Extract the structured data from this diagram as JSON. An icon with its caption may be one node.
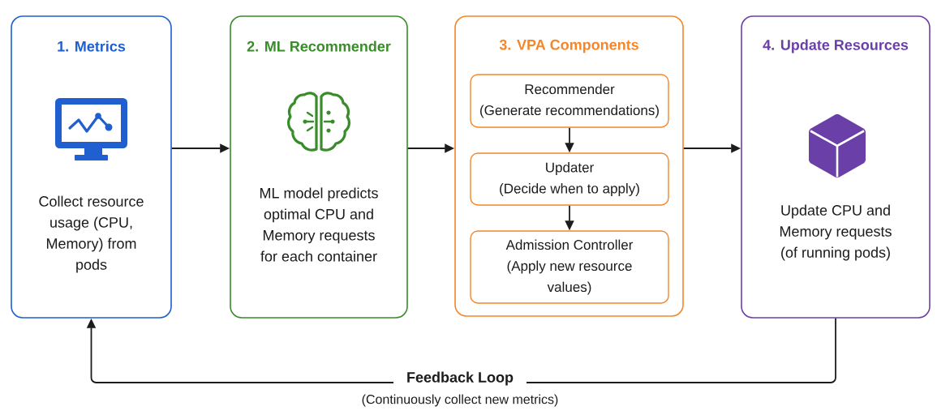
{
  "diagram": {
    "nodes": [
      {
        "text": [
          "1. Metrics",
          "Collect resource usage (CPU, Memory) from pods"
        ]
      },
      {
        "text": [
          "2. ML Recommender",
          "ML model predicts optimal CPU and Memory requests for each container"
        ]
      },
      {
        "text": [
          "3. VPA Components"
        ]
      },
      {
        "text": [
          "Recommender",
          "(Generate recommendations)"
        ],
        "in": 2
      },
      {
        "text": [
          "Updater",
          "(Decide when to apply)"
        ],
        "in": 2
      },
      {
        "text": [
          "Admission Controller",
          "(Apply new resource values)"
        ],
        "in": 2
      },
      {
        "text": [
          "4. Update Resources",
          "Update CPU and Memory requests (of running pods)"
        ]
      }
    ],
    "edges": [
      {
        "from": 0,
        "to": 1,
        "arrow": "to"
      },
      {
        "from": 1,
        "to": 2,
        "arrow": "to"
      },
      {
        "from": 2,
        "to": 6,
        "arrow": "to"
      },
      {
        "from": 3,
        "to": 4,
        "arrow": "to"
      },
      {
        "from": 4,
        "to": 5,
        "arrow": "to"
      },
      {
        "from": 6,
        "to": 0,
        "arrow": "to",
        "label": "Feedback Loop"
      }
    ],
    "labels": [
      "(Continuously collect new metrics)"
    ]
  }
}
